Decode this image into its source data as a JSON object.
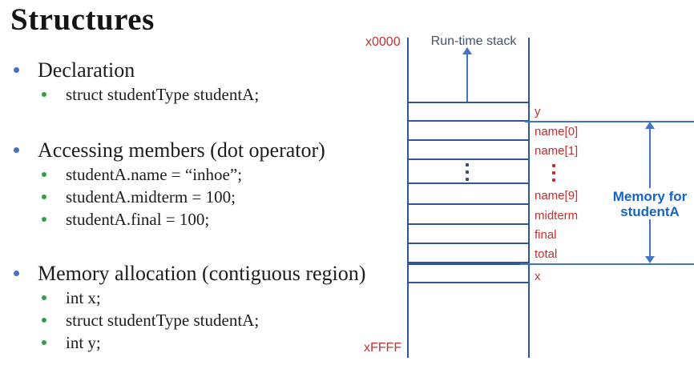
{
  "slide": {
    "title": "Structures",
    "bullets": [
      {
        "label": "Declaration",
        "sub": [
          "struct studentType studentA;"
        ]
      },
      {
        "label": "Accessing members (dot operator)",
        "sub": [
          "studentA.name = “inhoe”;",
          "studentA.midterm = 100;",
          "studentA.final = 100;"
        ]
      },
      {
        "label": "Memory allocation (contiguous region)",
        "sub": [
          "int x;",
          "struct studentType studentA;",
          "int y;"
        ]
      }
    ]
  },
  "diagram": {
    "stack_title": "Run-time stack",
    "top_address": "x0000",
    "bottom_address": "xFFFF",
    "row_labels": [
      "y",
      "name[0]",
      "name[1]",
      "⋮",
      "name[9]",
      "midterm",
      "final",
      "total",
      "x"
    ],
    "cell_ellipsis": "⋮",
    "memory_label": {
      "line1": "Memory for",
      "line2": "studentA"
    },
    "colors": {
      "stack_border": "#2e5597",
      "accent_line": "#4472c4",
      "label_red": "#c62f2f",
      "memory_blue": "#1565c0",
      "stack_title_color": "#44546a",
      "bullet_blue": "#4472c4",
      "bullet_green": "#2f9e44"
    }
  }
}
